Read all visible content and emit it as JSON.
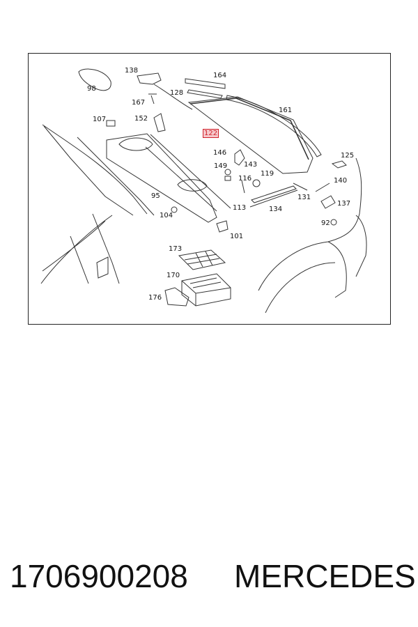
{
  "diagram": {
    "highlight_color": "#d0202a",
    "callouts": {
      "c98": "98",
      "c138": "138",
      "c164": "164",
      "c128": "128",
      "c161": "161",
      "c167": "167",
      "c107": "107",
      "c152": "152",
      "c122": "122",
      "c146": "146",
      "c143": "143",
      "c149": "149",
      "c119": "119",
      "c116": "116",
      "c125": "125",
      "c140": "140",
      "c95": "95",
      "c113": "113",
      "c134": "134",
      "c131": "131",
      "c137": "137",
      "c104": "104",
      "c101": "101",
      "c92": "92",
      "c173": "173",
      "c170": "170",
      "c176": "176"
    },
    "highlighted_callout": "122"
  },
  "footer": {
    "part_number": "1706900208",
    "brand": "MERCEDES"
  }
}
